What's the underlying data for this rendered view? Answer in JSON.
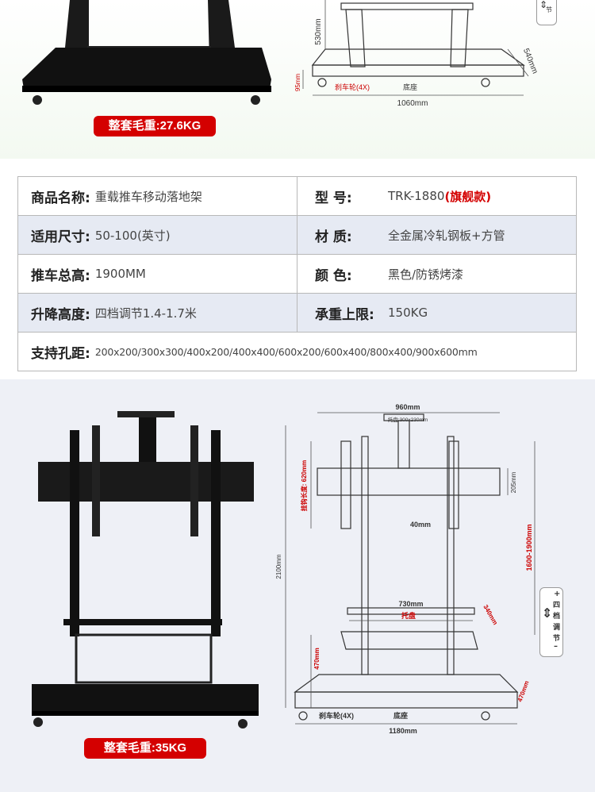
{
  "top": {
    "weight_label": "整套毛重:27.6KG",
    "dims": {
      "height": "530mm",
      "depth": "540mm",
      "wheel_h": "95mm",
      "wheels": "刹车轮(4X)",
      "base": "底座",
      "width": "1060mm"
    },
    "adjust_badge": "节"
  },
  "specs": {
    "rows": [
      {
        "left_label": "商品名称:",
        "left_value": "重载推车移动落地架",
        "right_label": "型    号:",
        "right_value": "TRK-1880",
        "right_highlight": "(旗舰款)"
      },
      {
        "left_label": "适用尺寸:",
        "left_value": "50-100(英寸)",
        "right_label": "材    质:",
        "right_value": "全金属冷轧钢板+方管"
      },
      {
        "left_label": "推车总高:",
        "left_value": "1900MM",
        "right_label": "颜    色:",
        "right_value": "黑色/防锈烤漆"
      },
      {
        "left_label": "升降高度:",
        "left_value": "四档调节1.4-1.7米",
        "right_label": "承重上限:",
        "right_value": "150KG"
      }
    ],
    "holes_label": "支持孔距:",
    "holes_value": "200x200/300x300/400x200/400x400/600x200/600x400/800x400/900x600mm"
  },
  "bottom": {
    "weight_label": "整套毛重:35KG",
    "dims": {
      "total_width": "960mm",
      "tray_top": "托盘:300x230mm",
      "mount_len": "挂钩长度: 620mm",
      "bar_h": "205mm",
      "gap": "40mm",
      "total_h": "2100mm",
      "lift_range": "1600-1900mm",
      "shelf_w": "730mm",
      "shelf": "托盘",
      "shelf_d": "340mm",
      "base_h": "470mm",
      "base_d": "470mm",
      "wheels": "刹车轮(4X)",
      "base": "底座",
      "base_w": "1180mm"
    },
    "adjust_badge": {
      "plus": "+",
      "l1": "四",
      "l2": "档",
      "l3": "调",
      "l4": "节",
      "minus": "–"
    }
  }
}
